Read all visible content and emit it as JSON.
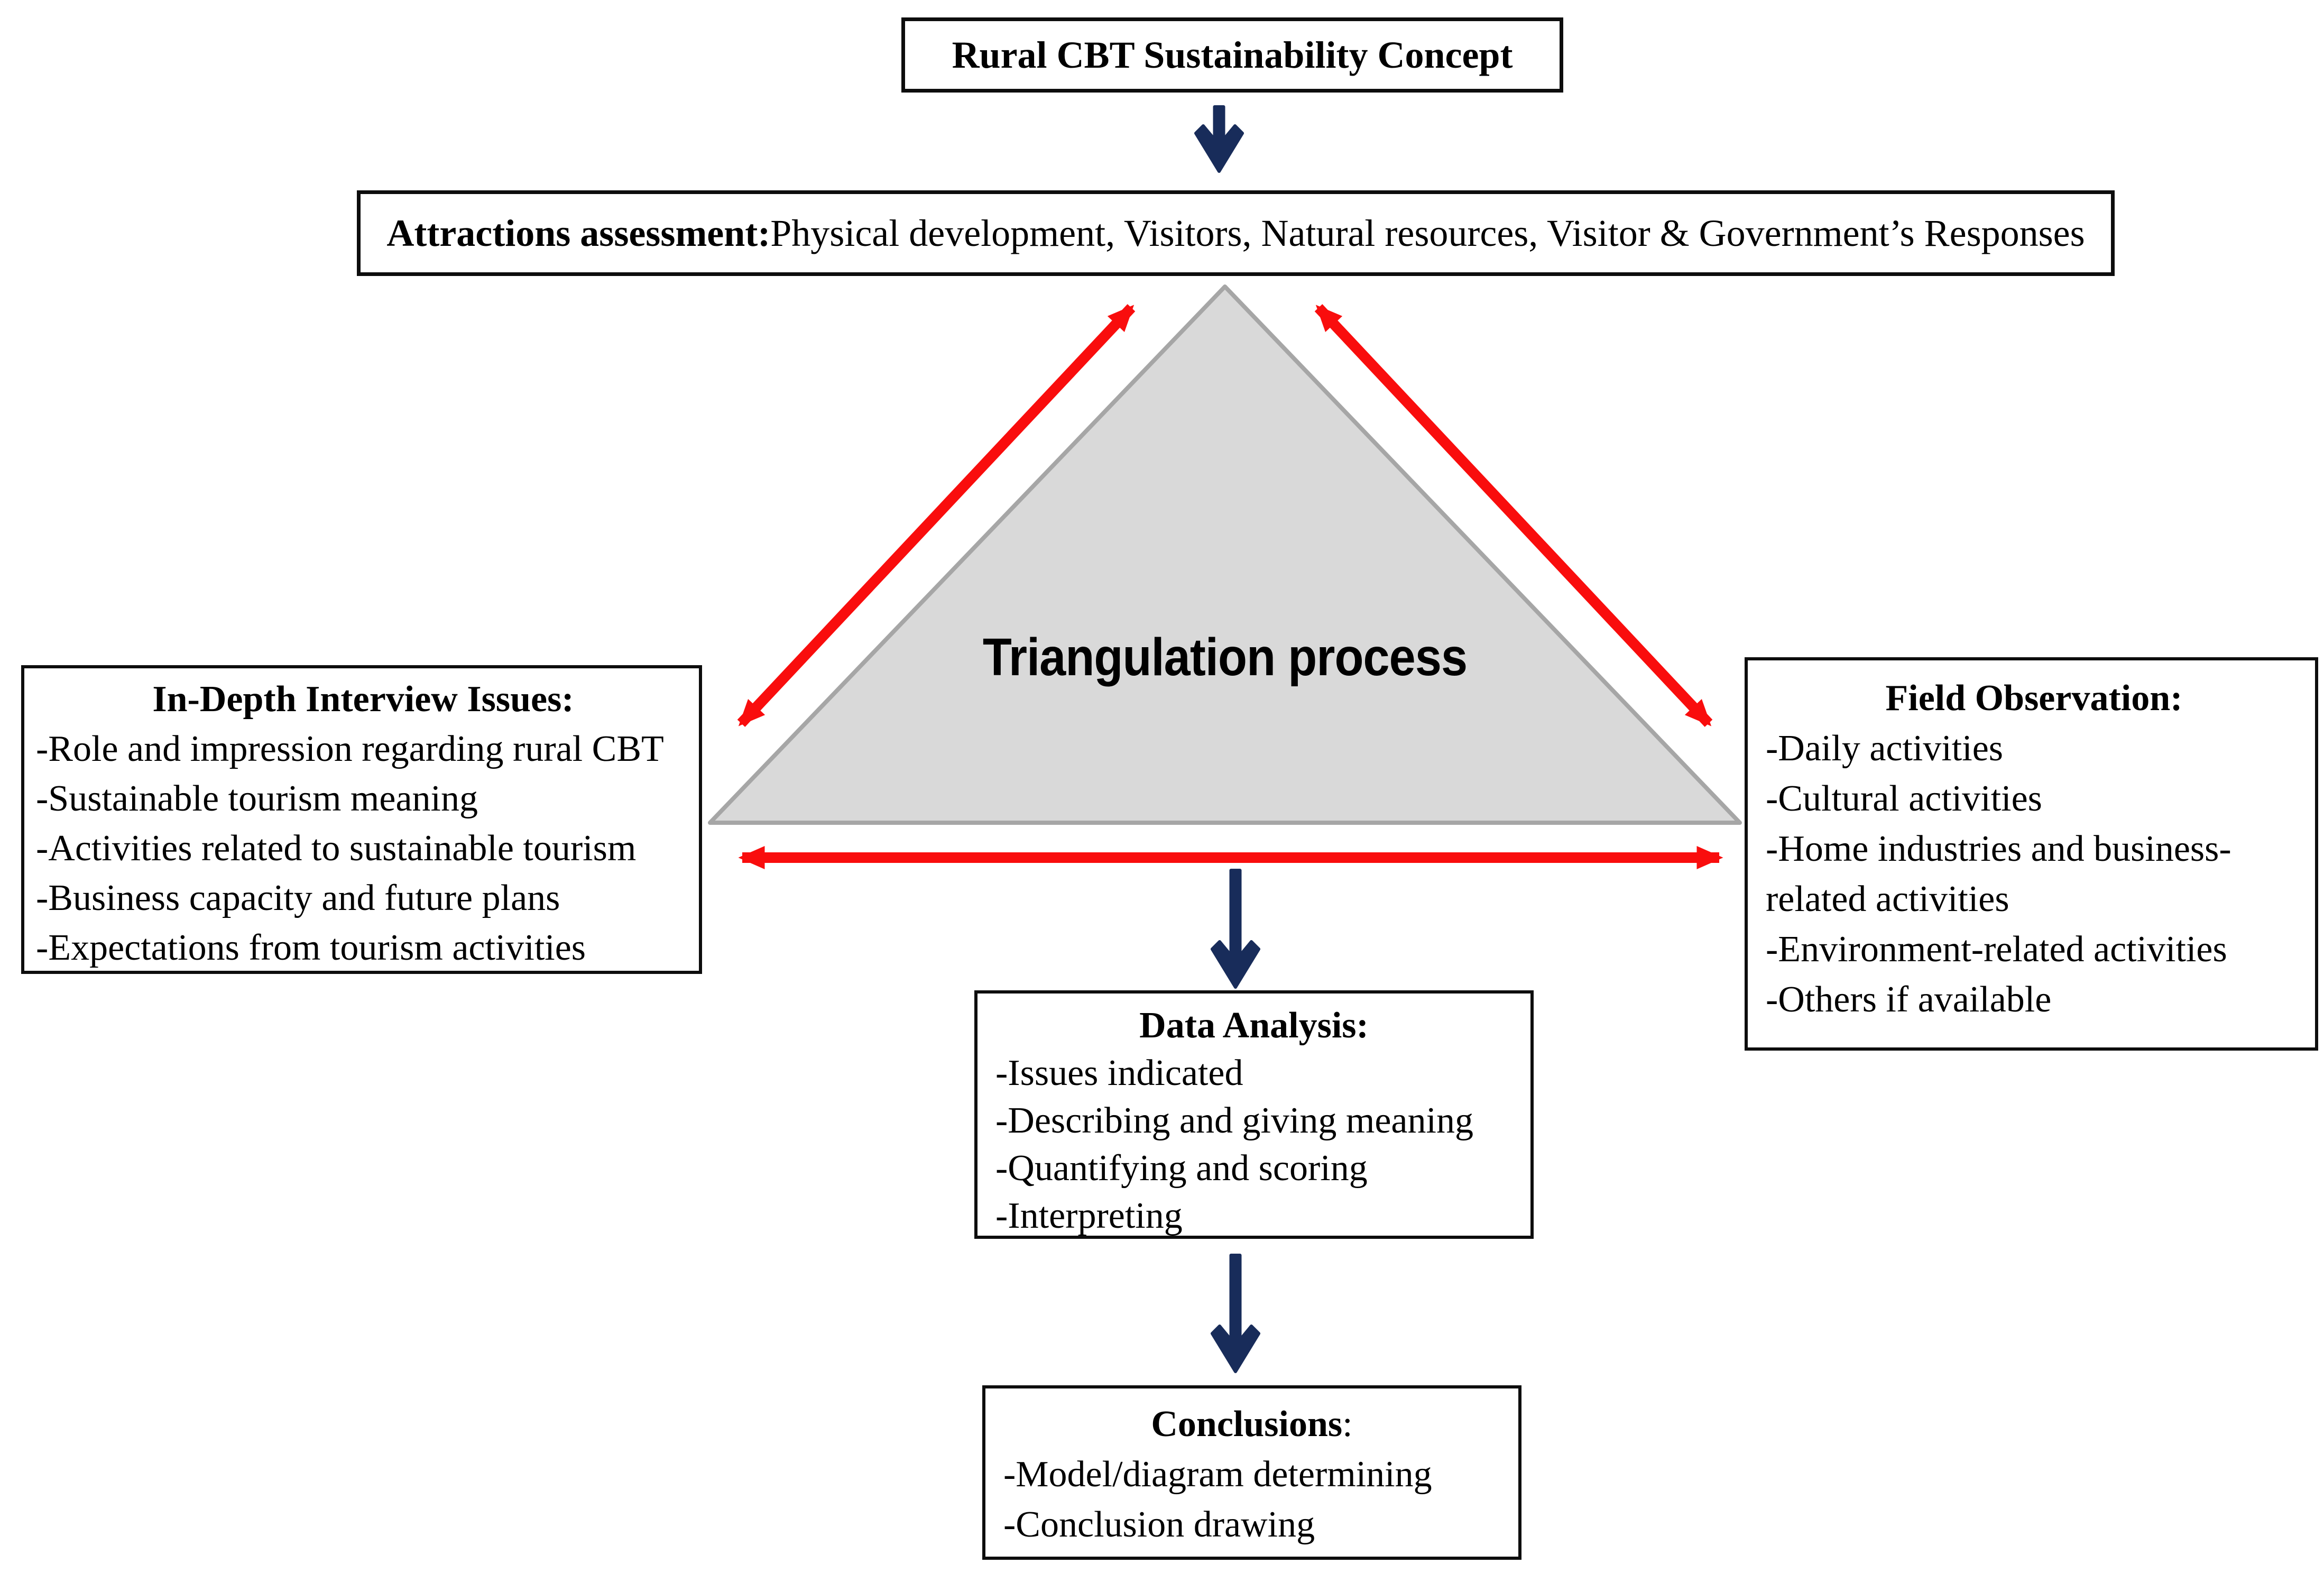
{
  "colors": {
    "navy": "#182c5a",
    "red": "#f90d0d",
    "tri_fill": "#d9d9d9",
    "tri_stroke": "#a6a6a6",
    "border": "#0d0d0d"
  },
  "top_box": {
    "title": "Rural CBT Sustainability Concept"
  },
  "attractions_box": {
    "label_bold": "Attractions assessment:",
    "label_rest": " Physical development, Visitors, Natural resources, Visitor & Government’s Responses"
  },
  "triangle": {
    "label": "Triangulation process"
  },
  "interview_box": {
    "heading": "In-Depth Interview Issues:",
    "items": [
      "-Role and impression regarding rural CBT",
      "-Sustainable tourism meaning",
      "-Activities related to sustainable tourism",
      "-Business capacity and future plans",
      "-Expectations from tourism activities"
    ]
  },
  "field_observation_box": {
    "heading": "Field Observation:",
    "items": [
      "-Daily activities",
      "-Cultural activities",
      "-Home industries and business-related activities",
      "-Environment-related activities",
      "-Others if available"
    ]
  },
  "data_analysis_box": {
    "heading": "Data Analysis:",
    "items": [
      "-Issues indicated",
      "-Describing and giving meaning",
      "-Quantifying and scoring",
      "-Interpreting"
    ]
  },
  "conclusions_box": {
    "heading_bold": "Conclusions",
    "heading_suffix": ":",
    "items": [
      "-Model/diagram determining",
      "-Conclusion drawing"
    ]
  }
}
